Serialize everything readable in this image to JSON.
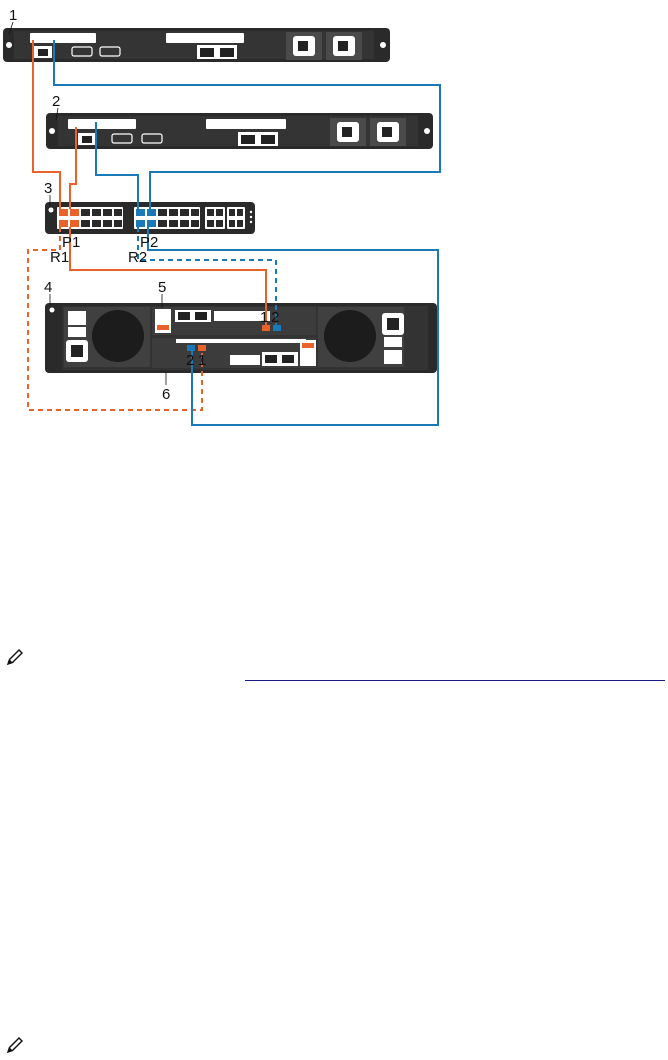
{
  "diagram": {
    "callouts": [
      "1",
      "2",
      "3",
      "4",
      "5",
      "6"
    ],
    "switch_ports": {
      "p1": "P1",
      "p2": "P2",
      "r1": "R1",
      "r2": "R2"
    },
    "controller_ports": {
      "top_1": "1",
      "top_2": "2",
      "bottom_2": "2",
      "bottom_1": "1"
    },
    "colors": {
      "orange_cable": "#e8622a",
      "blue_cable": "#1a7ab8",
      "chassis": "#222222",
      "chassis_panel": "#3a3a3a",
      "port_white": "#ffffff"
    }
  },
  "notes": [
    {
      "icon": "pencil-note-icon"
    },
    {
      "icon": "pencil-note-icon"
    }
  ]
}
